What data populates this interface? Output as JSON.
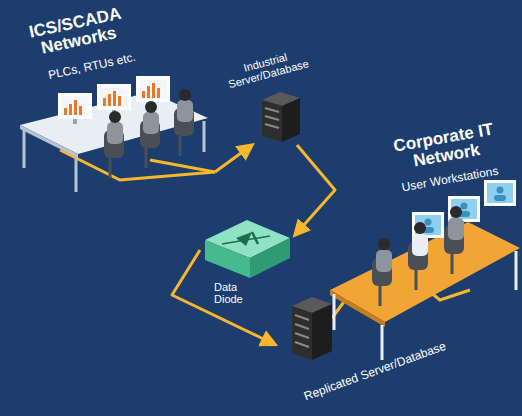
{
  "diagram": {
    "nodes": [
      {
        "text": [
          "ICS/SCADA Networks",
          "PLCs, RTUs etc."
        ]
      },
      {
        "text": [
          "Industrial Server/Database"
        ]
      },
      {
        "text": [
          "Data Diode"
        ]
      },
      {
        "text": [
          "Replicated Server/Database"
        ]
      },
      {
        "text": [
          "Corporate IT Network",
          "User Workstations"
        ]
      }
    ],
    "edges": [
      {
        "from": 0,
        "to": 1,
        "arrow": "to"
      },
      {
        "from": 1,
        "to": 2,
        "arrow": "to"
      },
      {
        "from": 2,
        "to": 3,
        "arrow": "to"
      },
      {
        "from": 3,
        "to": 4,
        "arrow": "to"
      }
    ]
  }
}
